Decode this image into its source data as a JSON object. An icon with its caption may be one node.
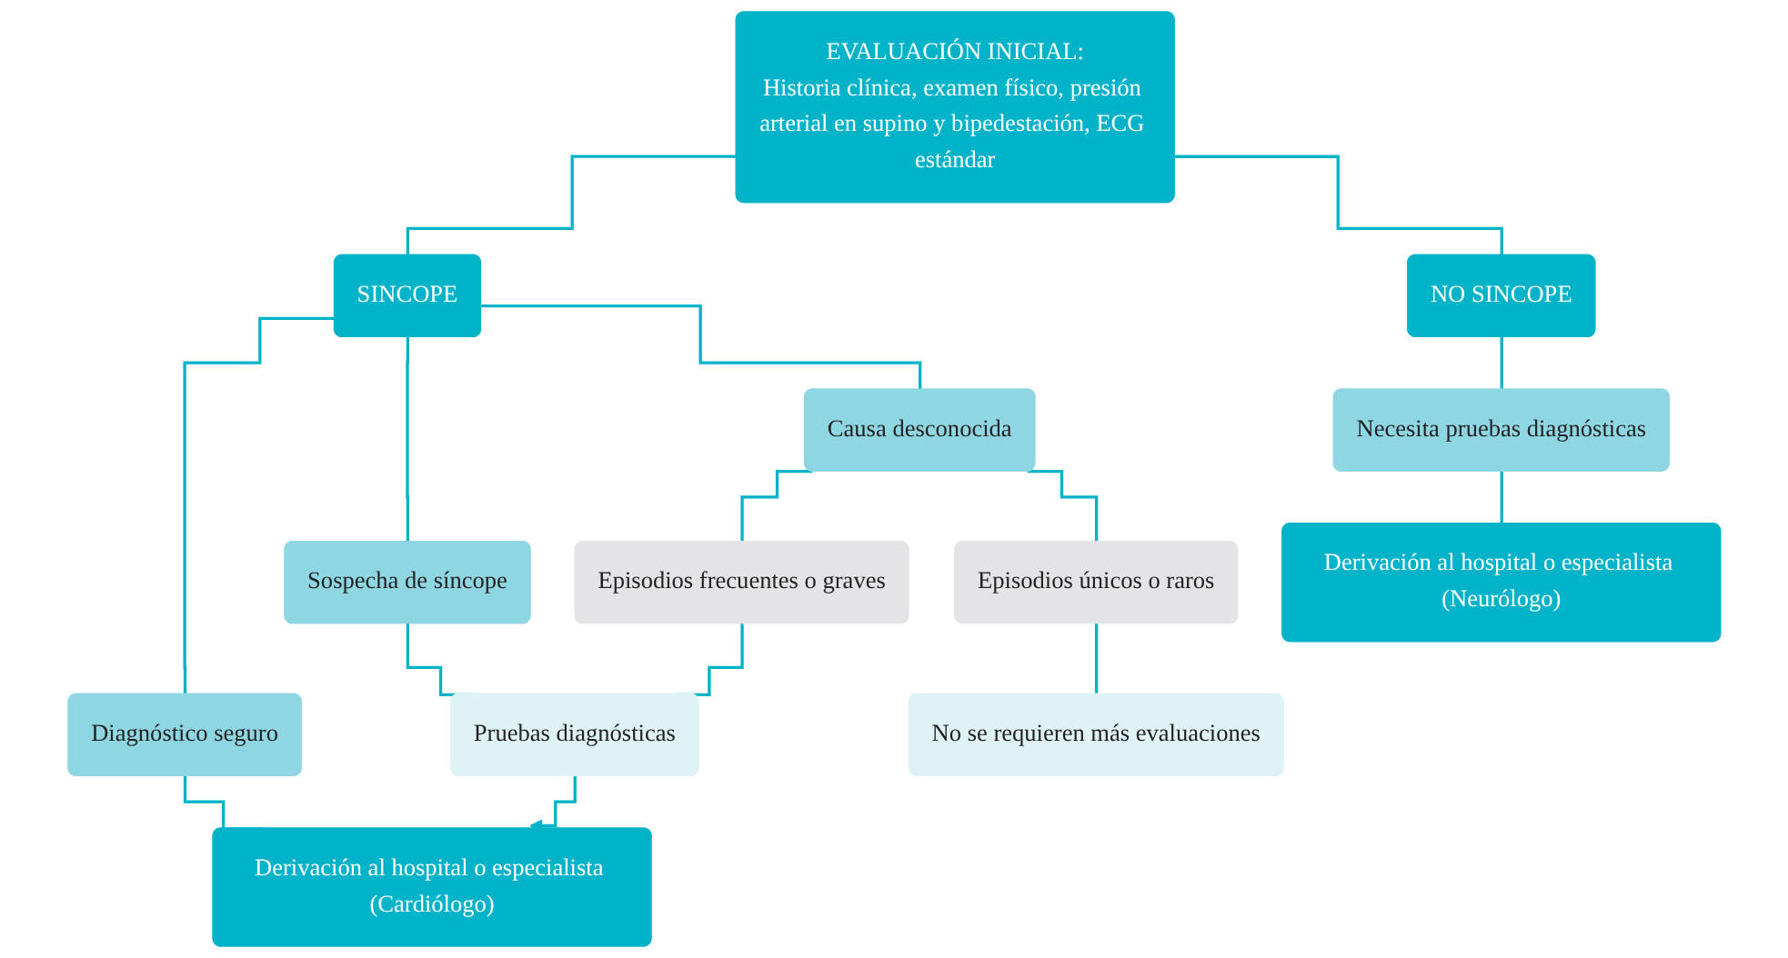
{
  "diagram": {
    "nodes": [
      {
        "text": [
          "EVALUACIÓN INICIAL:",
          "Historia clínica, examen físico, presión arterial en supino y bipedestación, ECG estándar"
        ]
      },
      {
        "text": [
          "SINCOPE"
        ]
      },
      {
        "text": [
          "NO SINCOPE"
        ]
      },
      {
        "text": [
          "Diagnóstico seguro"
        ]
      },
      {
        "text": [
          "Sospecha de síncope"
        ]
      },
      {
        "text": [
          "Causa desconocida"
        ]
      },
      {
        "text": [
          "Necesita pruebas diagnósticas"
        ]
      },
      {
        "text": [
          "Derivación al hospital o especialista (Neurólogo)"
        ]
      },
      {
        "text": [
          "Episodios frecuentes o graves"
        ]
      },
      {
        "text": [
          "Episodios únicos o raros"
        ]
      },
      {
        "text": [
          "Derivación al hospital o especialista (Cardiólogo)"
        ]
      },
      {
        "text": [
          "Pruebas diagnósticas"
        ]
      },
      {
        "text": [
          "No se requieren más evaluaciones"
        ]
      }
    ],
    "edges": [
      {
        "from": 0,
        "to": 1,
        "arrow": "none"
      },
      {
        "from": 0,
        "to": 2,
        "arrow": "none"
      },
      {
        "from": 1,
        "to": 3,
        "arrow": "none"
      },
      {
        "from": 1,
        "to": 4,
        "arrow": "none"
      },
      {
        "from": 1,
        "to": 5,
        "arrow": "none"
      },
      {
        "from": 2,
        "to": 6,
        "arrow": "none"
      },
      {
        "from": 6,
        "to": 7,
        "arrow": "none"
      },
      {
        "from": 5,
        "to": 8,
        "arrow": "none"
      },
      {
        "from": 5,
        "to": 9,
        "arrow": "none"
      },
      {
        "from": 3,
        "to": 10,
        "arrow": "none"
      },
      {
        "from": 4,
        "to": 11,
        "arrow": "none"
      },
      {
        "from": 8,
        "to": 11,
        "arrow": "none"
      },
      {
        "from": 9,
        "to": 12,
        "arrow": "none"
      },
      {
        "from": 11,
        "to": 10,
        "arrow": "to"
      }
    ]
  }
}
